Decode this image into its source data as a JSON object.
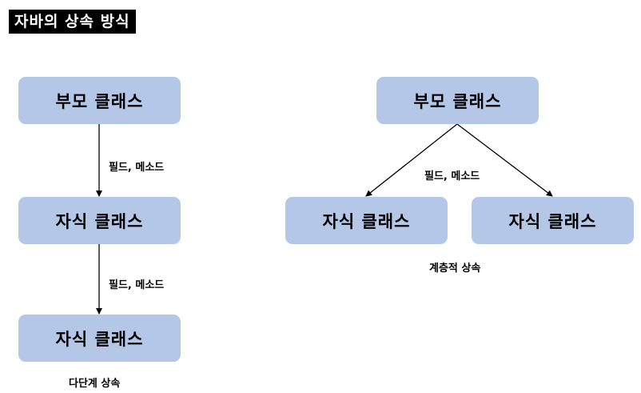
{
  "title": "자바의 상속 방식",
  "multilevel": {
    "nodes": [
      "부모 클래스",
      "자식 클래스",
      "자식 클래스"
    ],
    "edge_labels": [
      "필드, 메소드",
      "필드, 메소드"
    ],
    "caption": "다단계 상속"
  },
  "hierarchical": {
    "parent": "부모 클래스",
    "children": [
      "자식 클래스",
      "자식 클래스"
    ],
    "edge_label": "필드, 메소드",
    "caption": "계층적 상속"
  },
  "colors": {
    "node_fill": "#b4c7e7",
    "title_bg": "#000000",
    "title_text": "#ffffff",
    "arrow": "#000000"
  }
}
